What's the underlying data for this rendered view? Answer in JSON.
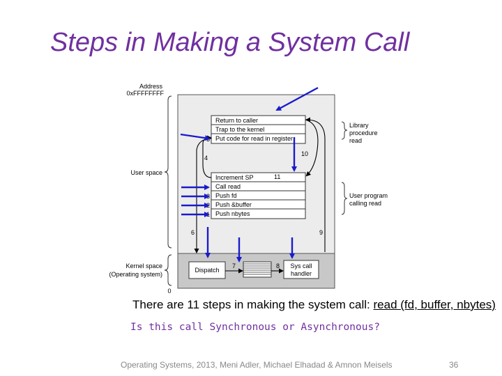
{
  "slide": {
    "title": "Steps in Making a System Call",
    "caption_text": "There are 11 steps in making the system call: ",
    "caption_call": "read (fd, buffer, nbytes)",
    "question": "Is this call Synchronous or Asynchronous?",
    "footer": "Operating Systems, 2013, Meni Adler, Michael Elhadad & Amnon Meisels",
    "page_number": "36"
  },
  "diagram": {
    "address_label": "Address",
    "address_high": "0xFFFFFFFF",
    "address_low": "0",
    "user_space_label": "User space",
    "kernel_space_label": "Kernel space",
    "kernel_space_sub": "(Operating system)",
    "library_box": [
      "Return to caller",
      "Trap to the kernel",
      "Put code for read in register"
    ],
    "user_box": [
      "Increment SP",
      "Call read",
      "Push fd",
      "Push &buffer",
      "Push nbytes"
    ],
    "library_label": [
      "Library",
      "procedure",
      "read"
    ],
    "user_program_label": [
      "User program",
      "calling read"
    ],
    "dispatch_label": "Dispatch",
    "handler_label": [
      "Sys call",
      "handler"
    ],
    "steps": [
      "1",
      "2",
      "3",
      "4",
      "5",
      "6",
      "7",
      "8",
      "9",
      "10",
      "11"
    ],
    "colors": {
      "title": "#7030a0",
      "arrow": "#1a1acc",
      "kernel": "#c8c8c8",
      "user_area": "#ececec"
    }
  }
}
